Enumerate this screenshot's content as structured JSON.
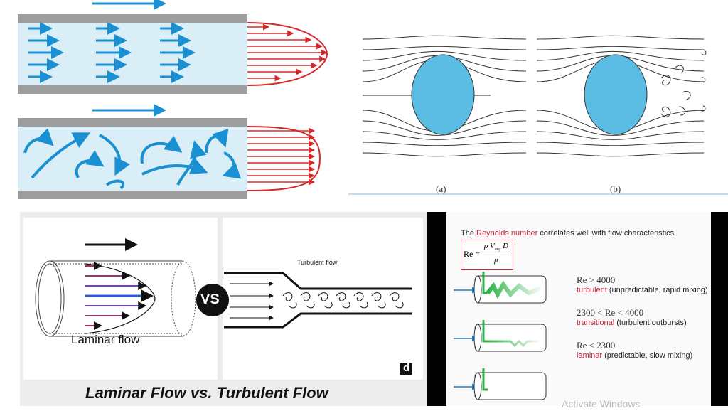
{
  "panel_pipes": {
    "colors": {
      "wall": "#9e9e9e",
      "fluid": "#d9eef7",
      "arrows": "#1a8fd1",
      "profile": "#d62828"
    }
  },
  "panel_spheres": {
    "label_a": "(a)",
    "label_b": "(b)",
    "colors": {
      "sphere": "#5bbce4"
    }
  },
  "panel_compare": {
    "laminar_label": "Laminar flow",
    "vs_label": "VS",
    "turbulent_label": "Turbulent flow",
    "logo": "d",
    "caption": "Laminar Flow vs. Turbulent Flow"
  },
  "panel_reynolds": {
    "intro_prefix": "The ",
    "intro_highlight": "Reynolds number",
    "intro_suffix": " correlates well with flow characteristics.",
    "formula_lhs": "Re =",
    "formula_num": "ρ V",
    "formula_sub": "avg",
    "formula_d": " D",
    "formula_den": "μ",
    "regimes": [
      {
        "range": "Re > 4000",
        "name": "turbulent",
        "desc": " (unpredictable, rapid mixing)"
      },
      {
        "range": "2300 < Re < 4000",
        "name": "transitional",
        "desc": " (turbulent outbursts)"
      },
      {
        "range": "Re < 2300",
        "name": "laminar",
        "desc": " (predictable, slow mixing)"
      }
    ],
    "watermark": "Activate Windows",
    "colors": {
      "highlight": "#c8233a",
      "dye": "#2db34a"
    }
  }
}
